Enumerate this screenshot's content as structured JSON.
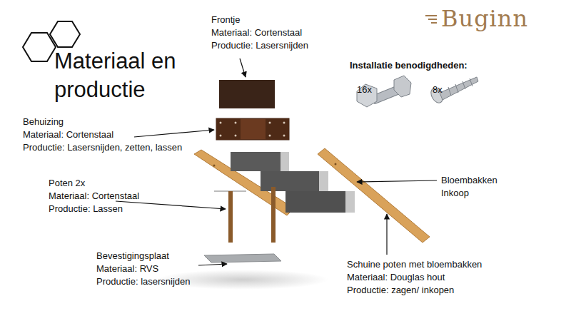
{
  "diagram": {
    "title": "Materiaal en productie",
    "labels": [
      "Frontje",
      "Materiaal: Cortenstaal",
      "Productie: Lasersnijden",
      "Behuizing",
      "Materiaal: Cortenstaal",
      "Productie: Lasersnijden, zetten, lassen",
      "Poten 2x",
      "Materiaal: Cortenstaal",
      "Productie: Lassen",
      "Bevestigingsplaat",
      "Materiaal: RVS",
      "Productie: lasersnijden",
      "Bloembakken",
      "Inkoop",
      "Schuine poten met bloembakken",
      "Materiaal: Douglas hout",
      "Productie: zagen/ inkopen",
      "Installatie benodigdheden:",
      "16x",
      "8x",
      "Buginn"
    ]
  }
}
